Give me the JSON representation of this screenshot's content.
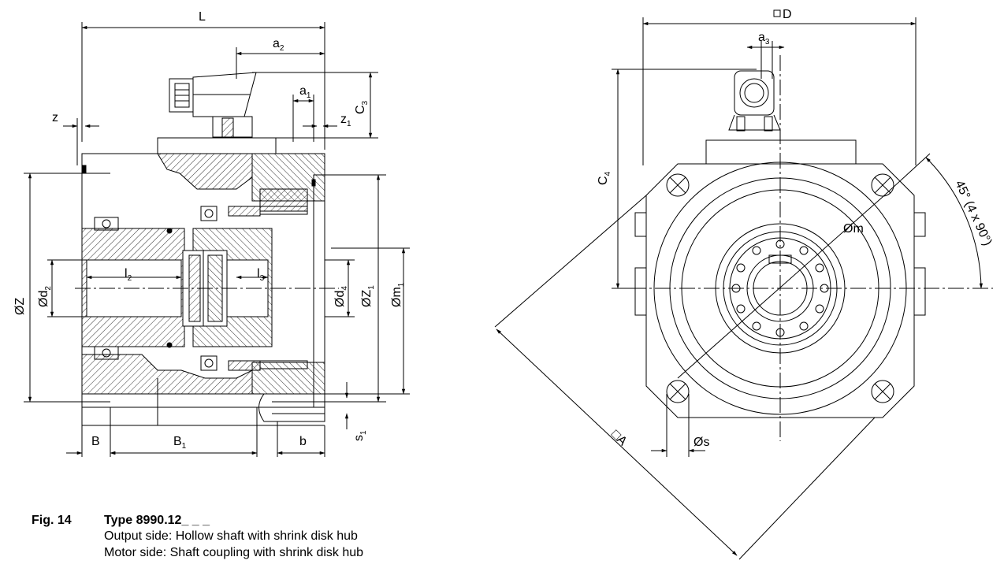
{
  "caption": {
    "figure": "Fig. 14",
    "type": "Type 8990.12_ _ _",
    "line1": "Output side: Hollow shaft with shrink disk hub",
    "line2": "Motor side: Shaft coupling with shrink disk hub"
  },
  "colors": {
    "line": "#000000",
    "background": "#ffffff",
    "hatch": "#000000"
  }
}
